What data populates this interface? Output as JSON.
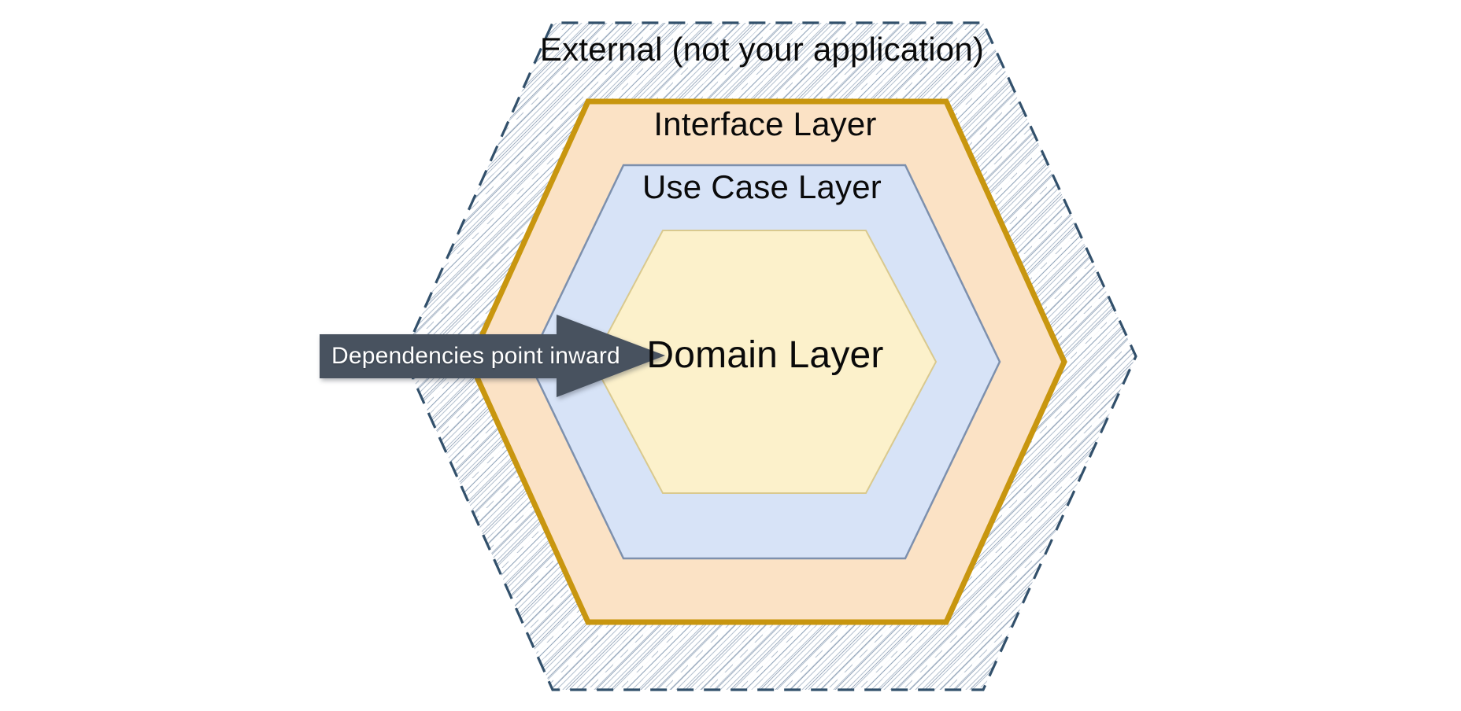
{
  "diagram": {
    "type": "hexagonal-architecture",
    "layers": [
      {
        "label": "External (not your application)",
        "fill": "hatched-white",
        "border": "#32506B",
        "border_style": "dashed"
      },
      {
        "label": "Interface Layer",
        "fill": "#FBE2C5",
        "border": "#C8960F"
      },
      {
        "label": "Use Case Layer",
        "fill": "#D7E3F7",
        "border": "#7D90AD"
      },
      {
        "label": "Domain Layer",
        "fill": "#FCF1CB",
        "border": "#D9C98E"
      }
    ],
    "arrow": {
      "label": "Dependencies point inward",
      "direction": "right",
      "fill": "#48525F",
      "text_color": "#FFFFFF"
    },
    "colors": {
      "background": "#FFFFFF",
      "hatch_line": "#B7C3D1",
      "hatch_line_strong": "#93A5BA",
      "label_text": "#0A0A0A"
    }
  }
}
